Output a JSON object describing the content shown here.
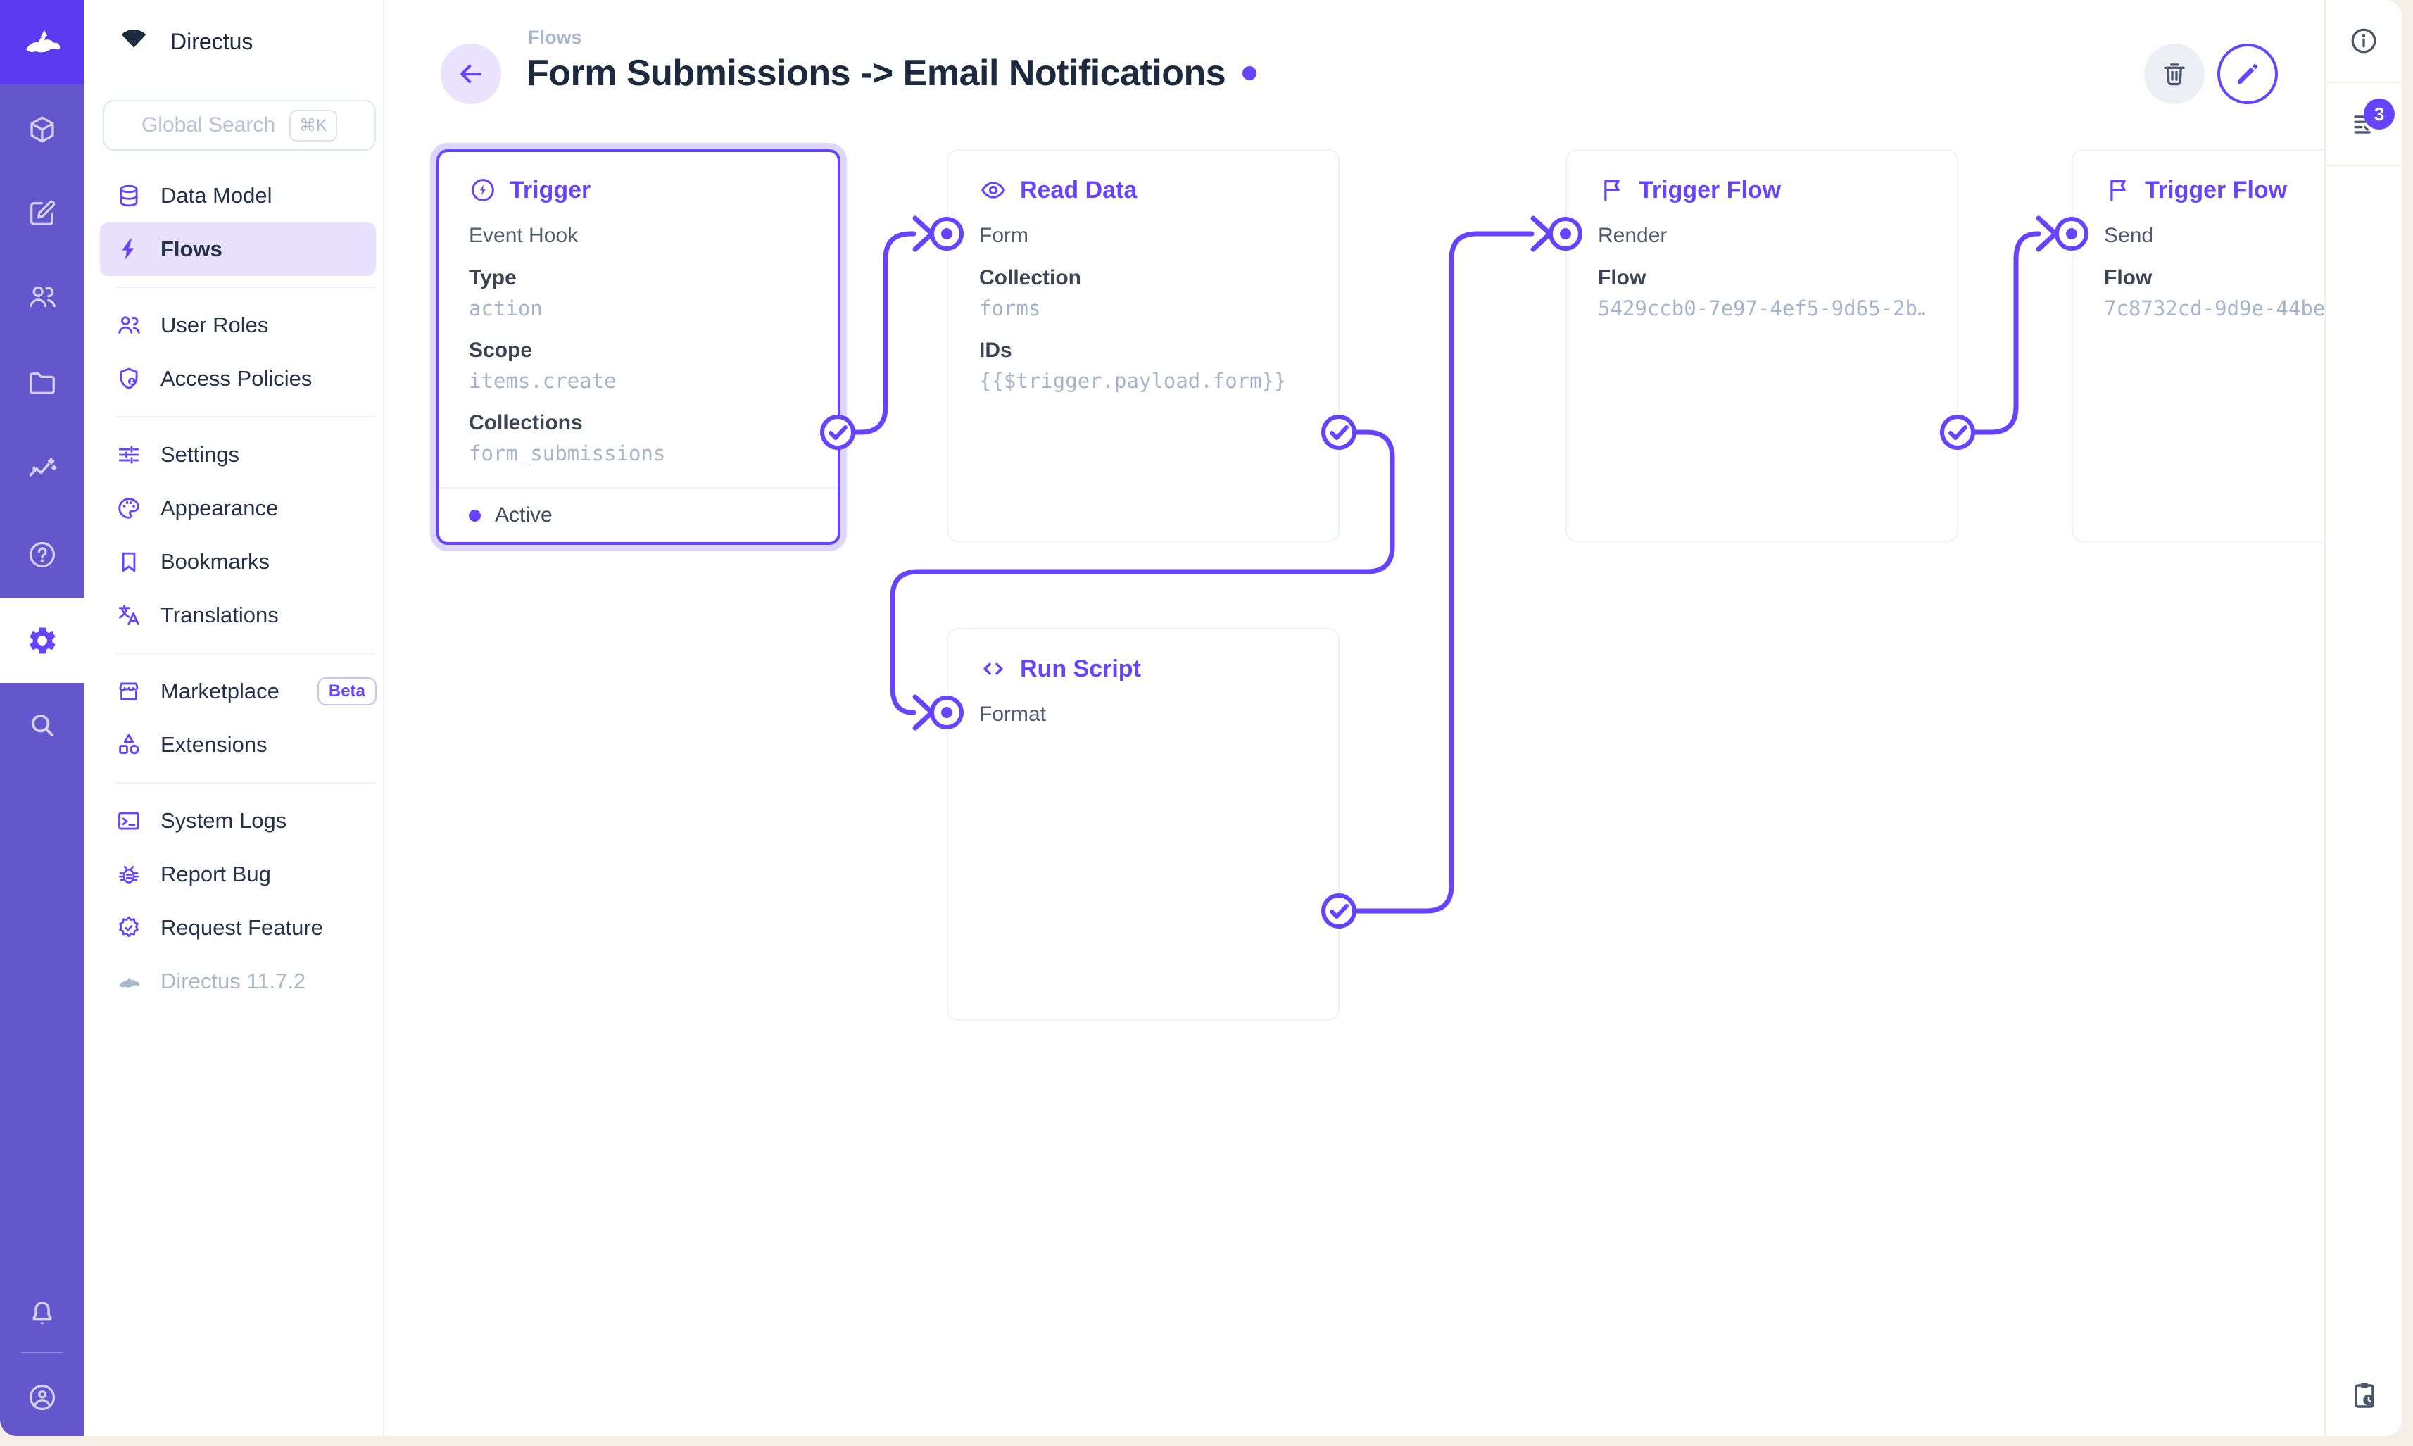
{
  "colors": {
    "accent": "#6644FF",
    "title_text": "#1B2A3E",
    "subdued_text": "#A6B4CB",
    "nav_active_bg": "#E8E1FD"
  },
  "nav": {
    "project_name": "Directus",
    "search": {
      "placeholder": "Global Search",
      "shortcut": "⌘K"
    },
    "sections": [
      {
        "items": [
          {
            "label": "Data Model",
            "icon": "database-icon"
          },
          {
            "label": "Flows",
            "icon": "bolt-icon",
            "active": true
          }
        ]
      },
      {
        "items": [
          {
            "label": "User Roles",
            "icon": "people-icon"
          },
          {
            "label": "Access Policies",
            "icon": "shield-user-icon"
          }
        ]
      },
      {
        "items": [
          {
            "label": "Settings",
            "icon": "tune-icon"
          },
          {
            "label": "Appearance",
            "icon": "palette-icon"
          },
          {
            "label": "Bookmarks",
            "icon": "bookmark-icon"
          },
          {
            "label": "Translations",
            "icon": "translate-icon"
          }
        ]
      },
      {
        "items": [
          {
            "label": "Marketplace",
            "icon": "storefront-icon",
            "badge": "Beta"
          },
          {
            "label": "Extensions",
            "icon": "category-icon"
          }
        ]
      },
      {
        "items": [
          {
            "label": "System Logs",
            "icon": "terminal-icon"
          },
          {
            "label": "Report Bug",
            "icon": "bug-icon"
          },
          {
            "label": "Request Feature",
            "icon": "new-releases-icon"
          }
        ]
      }
    ],
    "version": "Directus 11.7.2"
  },
  "header": {
    "breadcrumb": "Flows",
    "title": "Form Submissions -> Email Notifications"
  },
  "flow_canvas": {
    "panels": [
      {
        "title": "Trigger",
        "icon": "bolt-circle-icon",
        "selected": true,
        "subtitle": "Event Hook",
        "fields": [
          {
            "label": "Type",
            "value": "action"
          },
          {
            "label": "Scope",
            "value": "items.create"
          },
          {
            "label": "Collections",
            "value": "form_submissions"
          }
        ],
        "footer": {
          "status": "Active"
        }
      },
      {
        "title": "Read Data",
        "icon": "eye-icon",
        "input_label": "Form",
        "fields": [
          {
            "label": "Collection",
            "value": "forms"
          },
          {
            "label": "IDs",
            "value": "{{$trigger.payload.form}}"
          }
        ]
      },
      {
        "title": "Run Script",
        "icon": "code-icon",
        "input_label": "Format",
        "fields": []
      },
      {
        "title": "Trigger Flow",
        "icon": "flag-icon",
        "input_label": "Render",
        "fields": [
          {
            "label": "Flow",
            "value": "5429ccb0-7e97-4ef5-9d65-2b…"
          }
        ]
      },
      {
        "title": "Trigger Flow",
        "icon": "flag-icon",
        "input_label": "Send",
        "fields": [
          {
            "label": "Flow",
            "value": "7c8732cd-9d9e-44be"
          }
        ]
      }
    ],
    "connections": [
      {
        "from": "Trigger",
        "to": "Read Data"
      },
      {
        "from": "Read Data",
        "to": "Run Script"
      },
      {
        "from": "Run Script",
        "to": "Trigger Flow (Render)"
      },
      {
        "from": "Trigger Flow (Render)",
        "to": "Trigger Flow (Send)"
      }
    ]
  },
  "sidebar_right": {
    "notifications_count": "3"
  }
}
